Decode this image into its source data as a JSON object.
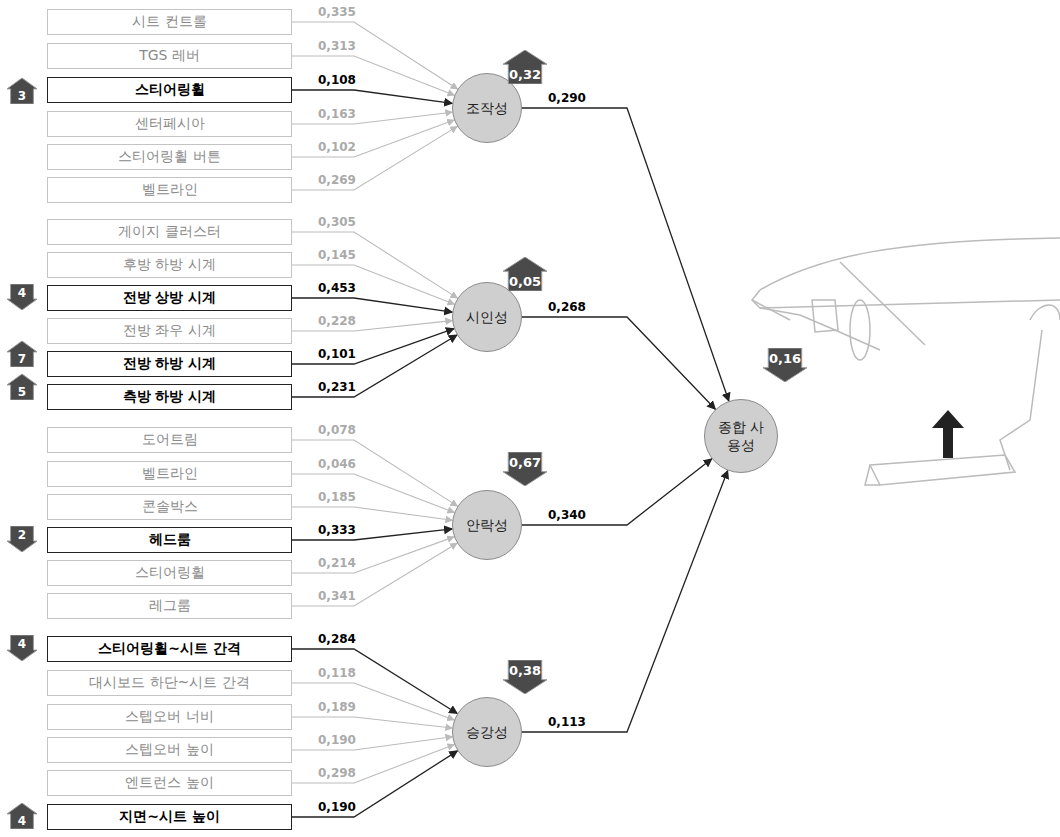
{
  "diagram": {
    "nodes": [
      {
        "text": [
          "시트 컨트롤"
        ]
      },
      {
        "text": [
          "TGS 레버"
        ]
      },
      {
        "text": [
          "스티어링휠"
        ]
      },
      {
        "text": [
          "센터페시아"
        ]
      },
      {
        "text": [
          "스티어링휠 버튼"
        ]
      },
      {
        "text": [
          "벨트라인"
        ]
      },
      {
        "text": [
          "조작성"
        ]
      },
      {
        "text": [
          "게이지 클러스터"
        ]
      },
      {
        "text": [
          "후방 하방 시계"
        ]
      },
      {
        "text": [
          "전방 상방 시계"
        ]
      },
      {
        "text": [
          "전방 좌우 시계"
        ]
      },
      {
        "text": [
          "전방 하방 시계"
        ]
      },
      {
        "text": [
          "측방 하방 시계"
        ]
      },
      {
        "text": [
          "시인성"
        ]
      },
      {
        "text": [
          "도어트림"
        ]
      },
      {
        "text": [
          "벨트라인"
        ]
      },
      {
        "text": [
          "콘솔박스"
        ]
      },
      {
        "text": [
          "헤드룸"
        ]
      },
      {
        "text": [
          "스티어링휠"
        ]
      },
      {
        "text": [
          "레그룸"
        ]
      },
      {
        "text": [
          "안락성"
        ]
      },
      {
        "text": [
          "스티어링휠~시트 간격"
        ]
      },
      {
        "text": [
          "대시보드 하단~시트 간격"
        ]
      },
      {
        "text": [
          "스텝오버 너비"
        ]
      },
      {
        "text": [
          "스텝오버 높이"
        ]
      },
      {
        "text": [
          "엔트런스 높이"
        ]
      },
      {
        "text": [
          "지면~시트 높이"
        ]
      },
      {
        "text": [
          "승강성"
        ]
      },
      {
        "text": [
          "종합 사용성"
        ]
      }
    ],
    "edges": [
      {
        "from": 0,
        "to": 6,
        "arrow": "to",
        "label": "0,335"
      },
      {
        "from": 1,
        "to": 6,
        "arrow": "to",
        "label": "0,313"
      },
      {
        "from": 2,
        "to": 6,
        "arrow": "to",
        "label": "0,108"
      },
      {
        "from": 3,
        "to": 6,
        "arrow": "to",
        "label": "0,163"
      },
      {
        "from": 4,
        "to": 6,
        "arrow": "to",
        "label": "0,102"
      },
      {
        "from": 5,
        "to": 6,
        "arrow": "to",
        "label": "0,269"
      },
      {
        "from": 7,
        "to": 13,
        "arrow": "to",
        "label": "0,305"
      },
      {
        "from": 8,
        "to": 13,
        "arrow": "to",
        "label": "0,145"
      },
      {
        "from": 9,
        "to": 13,
        "arrow": "to",
        "label": "0,453"
      },
      {
        "from": 10,
        "to": 13,
        "arrow": "to",
        "label": "0,228"
      },
      {
        "from": 11,
        "to": 13,
        "arrow": "to",
        "label": "0,101"
      },
      {
        "from": 12,
        "to": 13,
        "arrow": "to",
        "label": "0,231"
      },
      {
        "from": 14,
        "to": 20,
        "arrow": "to",
        "label": "0,078"
      },
      {
        "from": 15,
        "to": 20,
        "arrow": "to",
        "label": "0,046"
      },
      {
        "from": 16,
        "to": 20,
        "arrow": "to",
        "label": "0,185"
      },
      {
        "from": 17,
        "to": 20,
        "arrow": "to",
        "label": "0,333"
      },
      {
        "from": 18,
        "to": 20,
        "arrow": "to",
        "label": "0,214"
      },
      {
        "from": 19,
        "to": 20,
        "arrow": "to",
        "label": "0,341"
      },
      {
        "from": 21,
        "to": 27,
        "arrow": "to",
        "label": "0,284"
      },
      {
        "from": 22,
        "to": 27,
        "arrow": "to",
        "label": "0,118"
      },
      {
        "from": 23,
        "to": 27,
        "arrow": "to",
        "label": "0,189"
      },
      {
        "from": 24,
        "to": 27,
        "arrow": "to",
        "label": "0,190"
      },
      {
        "from": 25,
        "to": 27,
        "arrow": "to",
        "label": "0,298"
      },
      {
        "from": 26,
        "to": 27,
        "arrow": "to",
        "label": "0,190"
      },
      {
        "from": 6,
        "to": 28,
        "arrow": "to",
        "label": "0,290"
      },
      {
        "from": 13,
        "to": 28,
        "arrow": "to",
        "label": "0,268"
      },
      {
        "from": 20,
        "to": 28,
        "arrow": "to",
        "label": "0,340"
      },
      {
        "from": 27,
        "to": 28,
        "arrow": "to",
        "label": "0,113"
      }
    ],
    "labels": [
      "3",
      "4",
      "7",
      "5",
      "2",
      "4",
      "4",
      "0,32",
      "0,05",
      "0,67",
      "0,38",
      "0,16"
    ]
  }
}
